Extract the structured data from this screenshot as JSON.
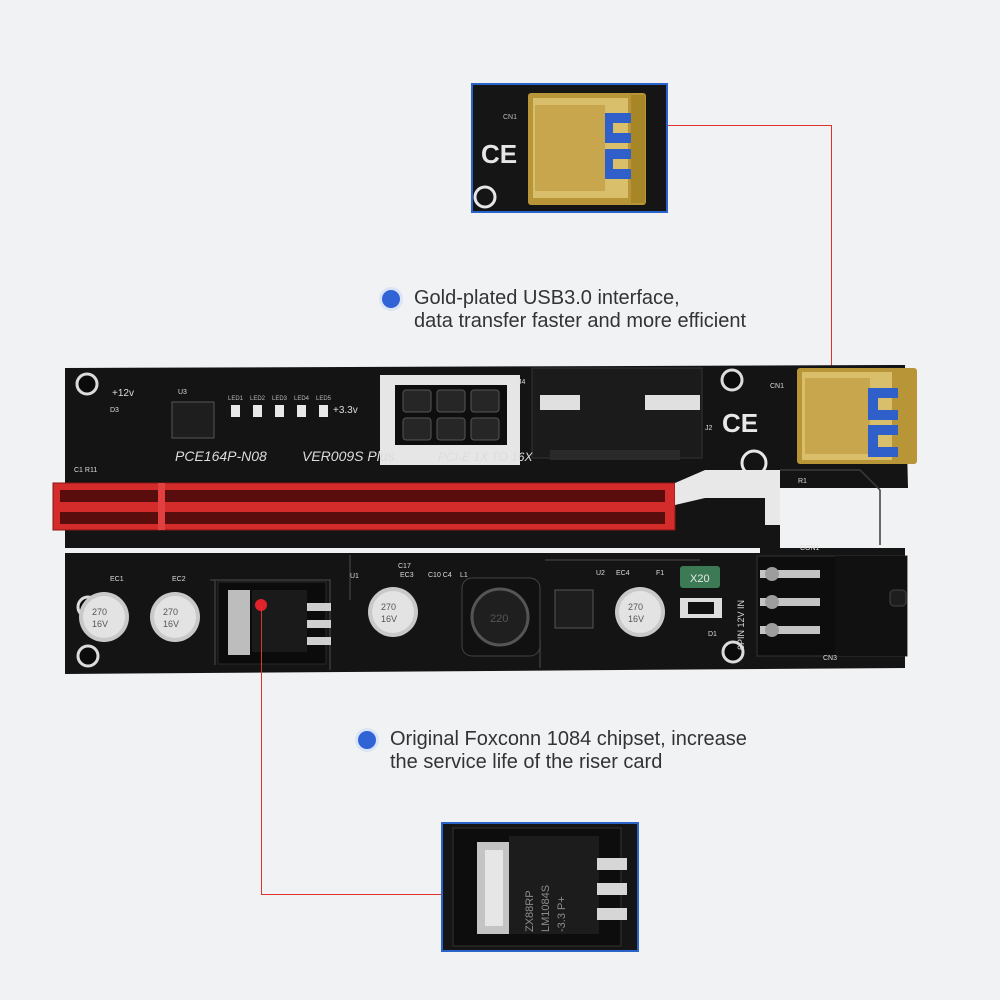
{
  "callouts": {
    "usb": {
      "line1": "Gold-plated USB3.0 interface,",
      "line2": "data transfer faster and more efficient"
    },
    "chip": {
      "line1": "Original Foxconn 1084 chipset, increase",
      "line2": "the service life of the riser card"
    }
  },
  "board_labels": {
    "model": "PCE164P-N08",
    "version": "VER009S Plus",
    "pcie": "PCI-E 1X TO 16X",
    "v12": "+12v",
    "v33": "+3.3v",
    "u3": "U3",
    "j4": "J4",
    "j2": "J2",
    "cn1": "CN1",
    "con1": "CON1",
    "cn3": "CN3",
    "sixpin": "6PIN 12V IN",
    "ec1": "EC1",
    "ec2": "EC2",
    "ec3": "EC3",
    "ec4": "EC4",
    "u1": "U1",
    "u2": "U2",
    "l1": "L1",
    "f1": "F1",
    "c17": "C17",
    "c10c4": "C10 C4",
    "d1": "D1",
    "d3": "D3",
    "r1": "R1",
    "c1r11": "C1 R11",
    "cap_value": "270",
    "cap_voltage": "16V",
    "inductor": "220",
    "fuse": "X20",
    "ce": "CE",
    "leds": [
      "LED1",
      "LED2",
      "LED3",
      "LED4",
      "LED5"
    ],
    "chip_marking": [
      "ZX88RP",
      "LM1084S",
      "-3.3  P+"
    ]
  },
  "colors": {
    "accent_blue": "#2f63d6",
    "leader_red": "#e0322f",
    "slot_red": "#d42b2b",
    "pcb": "#141414",
    "gold": "#c9a94a"
  }
}
